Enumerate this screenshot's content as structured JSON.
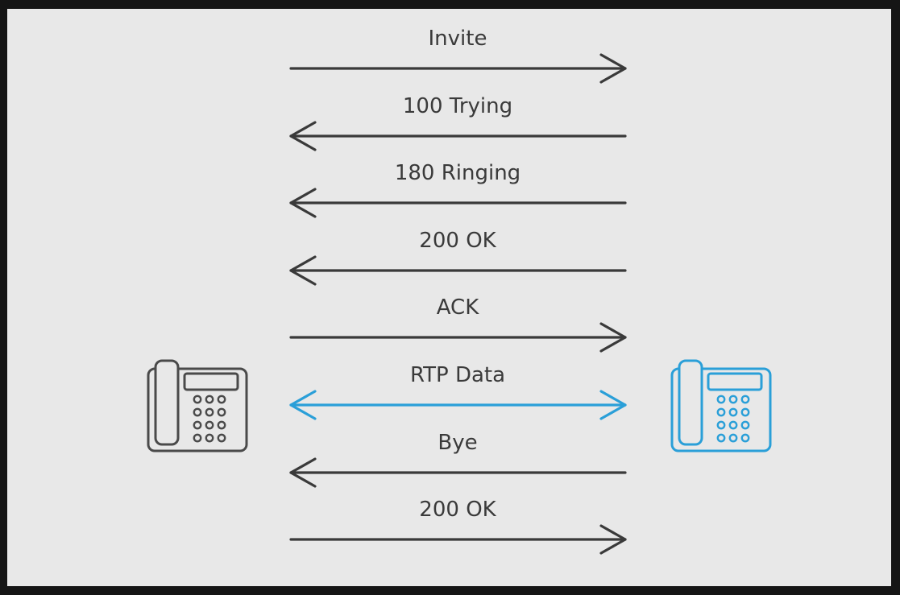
{
  "messages": [
    {
      "label": "Invite",
      "direction": "right",
      "color": "#3a3a3a"
    },
    {
      "label": "100 Trying",
      "direction": "left",
      "color": "#3a3a3a"
    },
    {
      "label": "180 Ringing",
      "direction": "left",
      "color": "#3a3a3a"
    },
    {
      "label": "200 OK",
      "direction": "left",
      "color": "#3a3a3a"
    },
    {
      "label": "ACK",
      "direction": "right",
      "color": "#3a3a3a"
    },
    {
      "label": "RTP Data",
      "direction": "both",
      "color": "#2a9fd8"
    },
    {
      "label": "Bye",
      "direction": "left",
      "color": "#3a3a3a"
    },
    {
      "label": "200 OK",
      "direction": "right",
      "color": "#3a3a3a"
    }
  ],
  "caller": {
    "icon": "desk-phone-icon",
    "color": "#4a4a4a"
  },
  "callee": {
    "icon": "desk-phone-icon",
    "color": "#2a9fd8"
  },
  "colors": {
    "background": "#e8e8e8",
    "frame": "#151515"
  }
}
